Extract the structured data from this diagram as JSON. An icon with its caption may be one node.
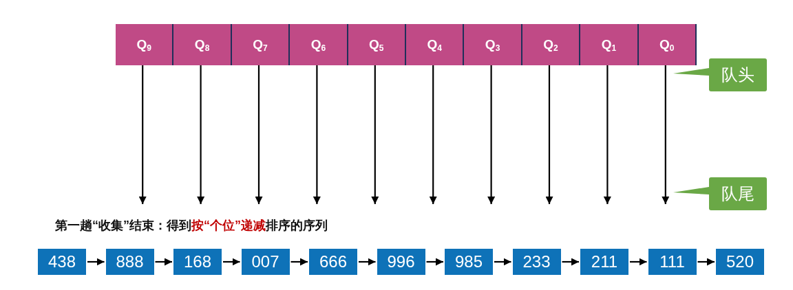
{
  "diagram": {
    "nodes": [
      {
        "text": [
          "Q$_{9}$"
        ]
      },
      {
        "text": [
          "Q$_{8}$"
        ]
      },
      {
        "text": [
          "Q$_{7}$"
        ]
      },
      {
        "text": [
          "Q$_{6}$"
        ]
      },
      {
        "text": [
          "Q$_{5}$"
        ]
      },
      {
        "text": [
          "Q$_{4}$"
        ]
      },
      {
        "text": [
          "Q$_{3}$"
        ]
      },
      {
        "text": [
          "Q$_{2}$"
        ]
      },
      {
        "text": [
          "Q$_{1}$"
        ]
      },
      {
        "text": [
          "Q$_{0}$"
        ]
      },
      {
        "text": [
          "队头"
        ]
      },
      {
        "text": [
          "队尾"
        ]
      },
      {
        "text": [
          "438"
        ]
      },
      {
        "text": [
          "888"
        ]
      },
      {
        "text": [
          "168"
        ]
      },
      {
        "text": [
          "007"
        ]
      },
      {
        "text": [
          "666"
        ]
      },
      {
        "text": [
          "996"
        ]
      },
      {
        "text": [
          "985"
        ]
      },
      {
        "text": [
          "233"
        ]
      },
      {
        "text": [
          "211"
        ]
      },
      {
        "text": [
          "111"
        ]
      },
      {
        "text": [
          "520"
        ]
      }
    ],
    "edges": [
      {
        "from": 0,
        "to": null,
        "arrow": "to"
      },
      {
        "from": 1,
        "to": null,
        "arrow": "to"
      },
      {
        "from": 2,
        "to": null,
        "arrow": "to"
      },
      {
        "from": 3,
        "to": null,
        "arrow": "to"
      },
      {
        "from": 4,
        "to": null,
        "arrow": "to"
      },
      {
        "from": 5,
        "to": null,
        "arrow": "to"
      },
      {
        "from": 6,
        "to": null,
        "arrow": "to"
      },
      {
        "from": 7,
        "to": null,
        "arrow": "to"
      },
      {
        "from": 8,
        "to": null,
        "arrow": "to"
      },
      {
        "from": 9,
        "to": null,
        "arrow": "to"
      },
      {
        "from": 10,
        "to": null,
        "arrow": "to"
      },
      {
        "from": 11,
        "to": null,
        "arrow": "to"
      },
      {
        "from": 12,
        "to": 13,
        "arrow": "to"
      },
      {
        "from": 13,
        "to": 14,
        "arrow": "to"
      },
      {
        "from": 14,
        "to": 15,
        "arrow": "to"
      },
      {
        "from": 15,
        "to": 16,
        "arrow": "to"
      },
      {
        "from": 16,
        "to": 17,
        "arrow": "to"
      },
      {
        "from": 17,
        "to": 18,
        "arrow": "to"
      },
      {
        "from": 18,
        "to": 19,
        "arrow": "to"
      },
      {
        "from": 19,
        "to": 20,
        "arrow": "to"
      },
      {
        "from": 20,
        "to": 21,
        "arrow": "to"
      },
      {
        "from": 21,
        "to": 22,
        "arrow": "to"
      }
    ],
    "labels": [
      "第一趟“收集”结束：得到**按“个位”递减**排序的序列"
    ]
  }
}
